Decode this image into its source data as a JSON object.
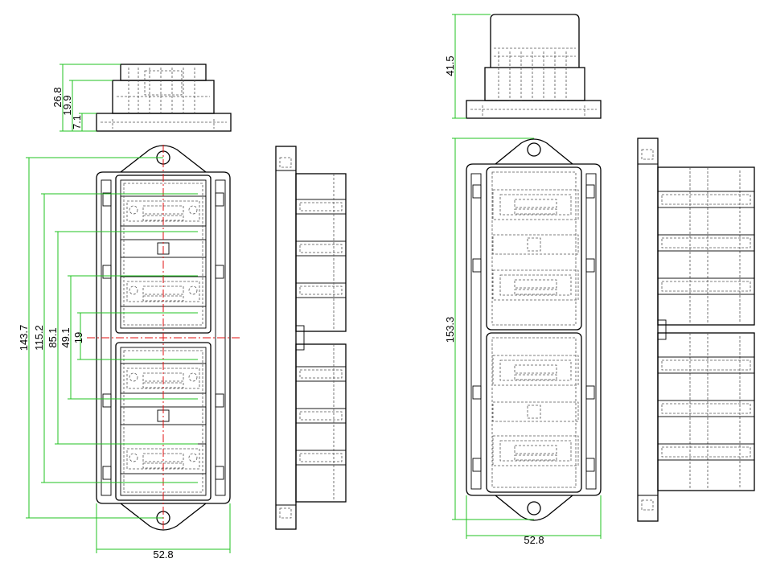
{
  "dimensions": {
    "left_top_view": {
      "h1": "26.8",
      "h2": "19.9",
      "h3": "7.1"
    },
    "left_front_view": {
      "d1": "143.7",
      "d2": "115.2",
      "d3": "85.1",
      "d4": "49.1",
      "d5": "19",
      "width": "52.8"
    },
    "right_top_view": {
      "h1": "41.5"
    },
    "right_front_view": {
      "height": "153.3",
      "width": "52.8"
    }
  }
}
